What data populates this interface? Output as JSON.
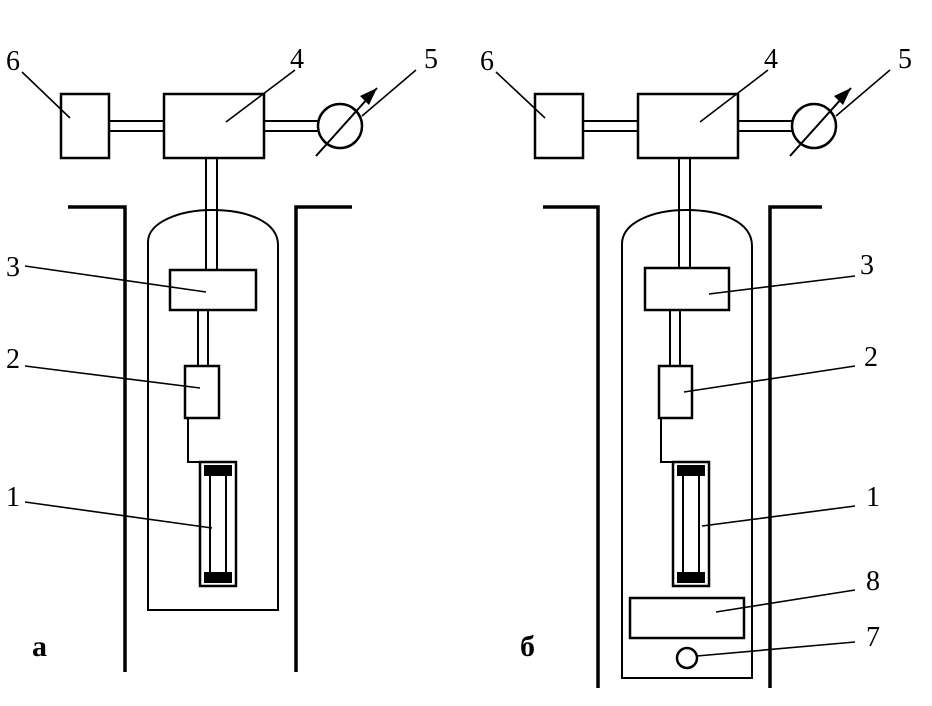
{
  "colors": {
    "line": "#000000",
    "background": "#ffffff"
  },
  "panels": [
    {
      "label": "а",
      "callouts": [
        "1",
        "2",
        "3",
        "4",
        "5",
        "6"
      ]
    },
    {
      "label": "б",
      "callouts": [
        "1",
        "2",
        "3",
        "4",
        "5",
        "6",
        "7",
        "8"
      ]
    }
  ]
}
